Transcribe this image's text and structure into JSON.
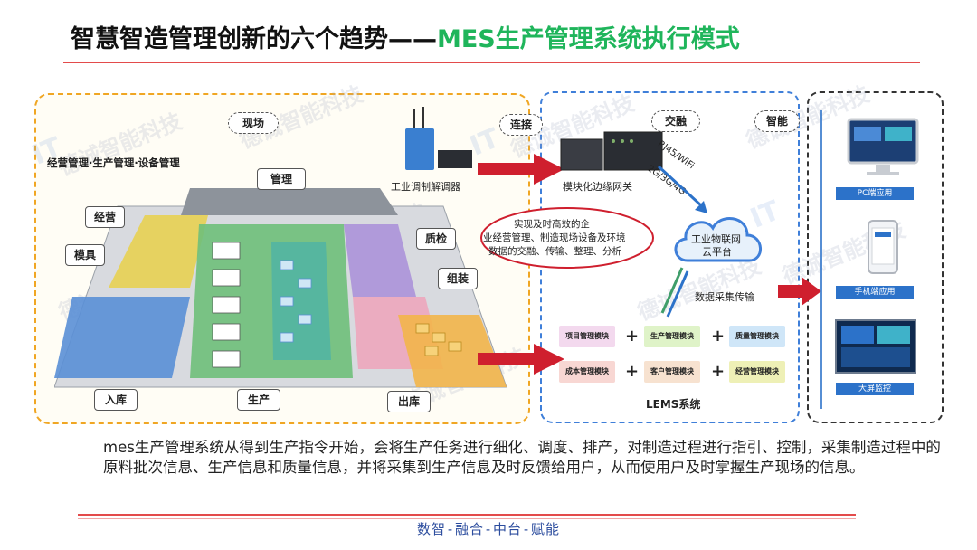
{
  "title": {
    "part1": "智慧智造管理创新的六个趋势——",
    "part2": "MES生产管理系统执行模式"
  },
  "watermark": {
    "text": "德诚智能科技",
    "logo": "IT"
  },
  "factory": {
    "top_caption": "经营管理·生产管理·设备管理",
    "site_bubble": "现场",
    "labels": {
      "management": "管理",
      "operations": "经营",
      "molds": "模具",
      "quality": "质检",
      "assembly": "组装",
      "inbound": "入库",
      "production": "生产",
      "outbound": "出库"
    }
  },
  "connect": {
    "bubble": "连接",
    "device_caption": "工业调制解调器"
  },
  "lems": {
    "fusion_bubble": "交融",
    "smart_bubble": "智能",
    "gateway_caption": "模块化边缘网关",
    "link_top": "RJ45/WiFi",
    "link_bottom": "2G/3G/4G",
    "cloud_line1": "工业物联网",
    "cloud_line2": "云平台",
    "ellipse_lines": [
      "实现及时高效的企",
      "业经营管理、制造现场设备及环境",
      "数据的交融、传输、整理、分析"
    ],
    "data_transfer": "数据采集传输",
    "system_name": "LEMS系统",
    "modules": [
      "项目管理模块",
      "生产管理模块",
      "质量管理模块",
      "成本管理模块",
      "客户管理模块",
      "经营管理模块"
    ],
    "module_colors": [
      "#f3d9ee",
      "#dff3c8",
      "#cfe6f8",
      "#f8d7d3",
      "#f7e2d0",
      "#eef0b6"
    ]
  },
  "apps": {
    "items": [
      "PC端应用",
      "手机端应用",
      "大屏监控"
    ]
  },
  "description": "mes生产管理系统从得到生产指令开始，会将生产任务进行细化、调度、排产，对制造过程进行指引、控制，采集制造过程中的原料批次信息、生产信息和质量信息，并将采集到生产信息及时反馈给用户，从而使用户及时掌握生产现场的信息。",
  "footer": "数智-融合-中台-赋能",
  "colors": {
    "accent_red": "#e34b4b",
    "title_green": "#1fb55b",
    "arrow_red": "#cf1f2e",
    "app_blue": "#2c72c9"
  }
}
